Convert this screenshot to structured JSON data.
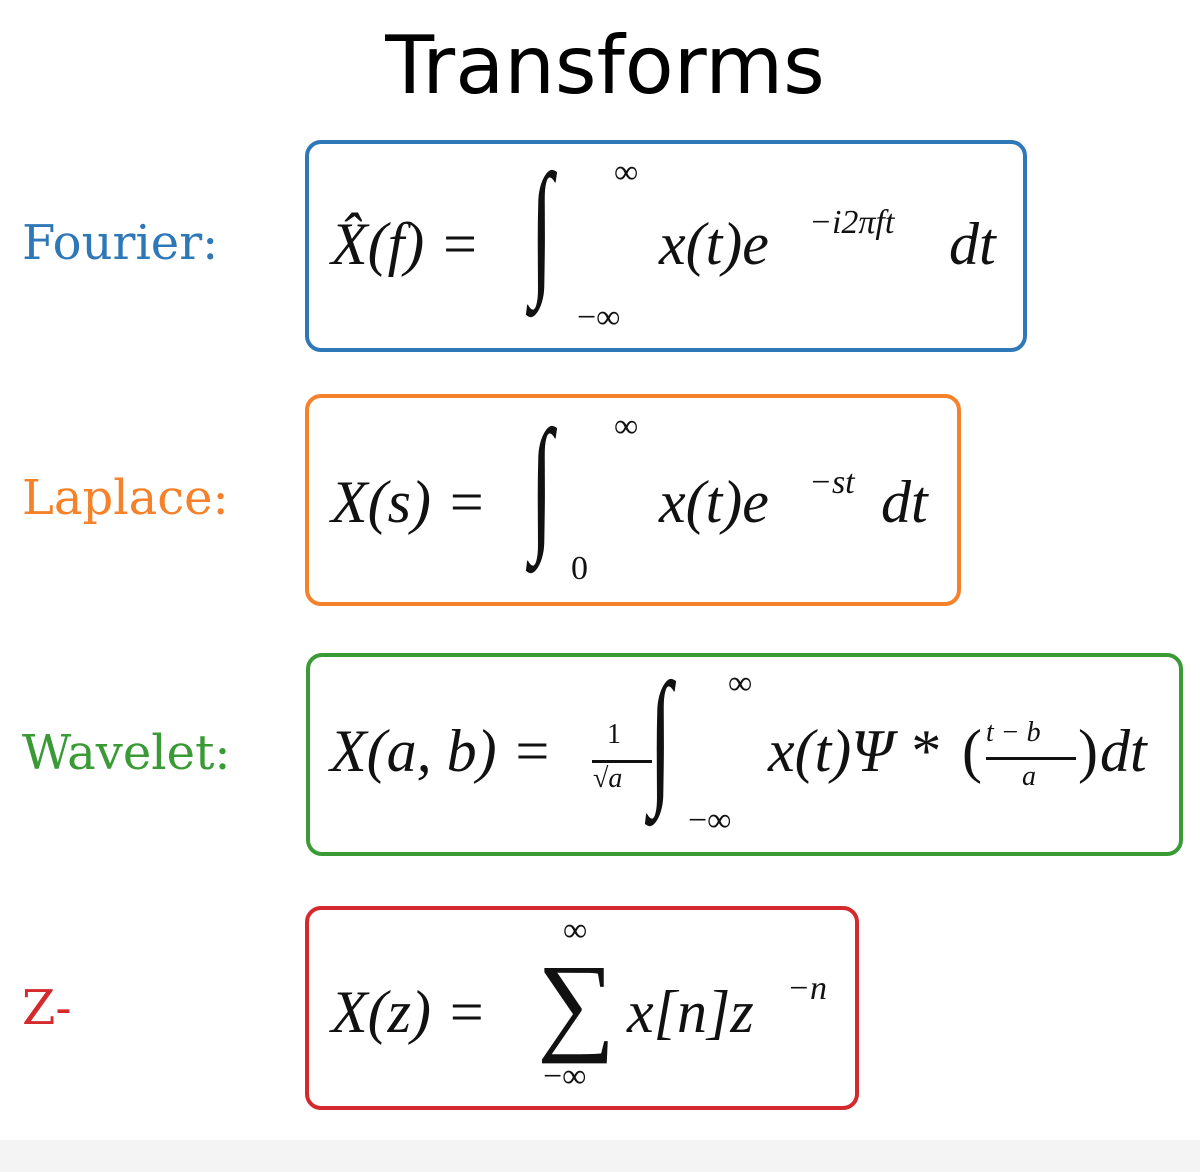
{
  "title": "Transforms",
  "colors": {
    "fourier": "#2e78b7",
    "laplace": "#f5822a",
    "wavelet": "#3a9a35",
    "z": "#d42a2e"
  },
  "transforms": [
    {
      "label": "Fourier:",
      "lhs": "X̂(f) =",
      "integrand": "x(t)e",
      "exponent": "−i2πft",
      "tail": "dt",
      "upper": "∞",
      "lower": "−∞"
    },
    {
      "label": "Laplace:",
      "lhs": "X(s) =",
      "integrand": "x(t)e",
      "exponent": "−st",
      "tail": "dt",
      "upper": "∞",
      "lower": "0"
    },
    {
      "label": "Wavelet:",
      "lhs": "X(a, b) =",
      "coef_num": "1",
      "coef_den": "√a",
      "integrand": "x(t)Ψ *",
      "frac_num": "t − b",
      "frac_den": "a",
      "tail": "dt",
      "upper": "∞",
      "lower": "−∞"
    },
    {
      "label": "Z-",
      "lhs": "X(z) =",
      "integrand": "x[n]z",
      "exponent": "−n",
      "upper": "∞",
      "lower": "−∞"
    }
  ]
}
